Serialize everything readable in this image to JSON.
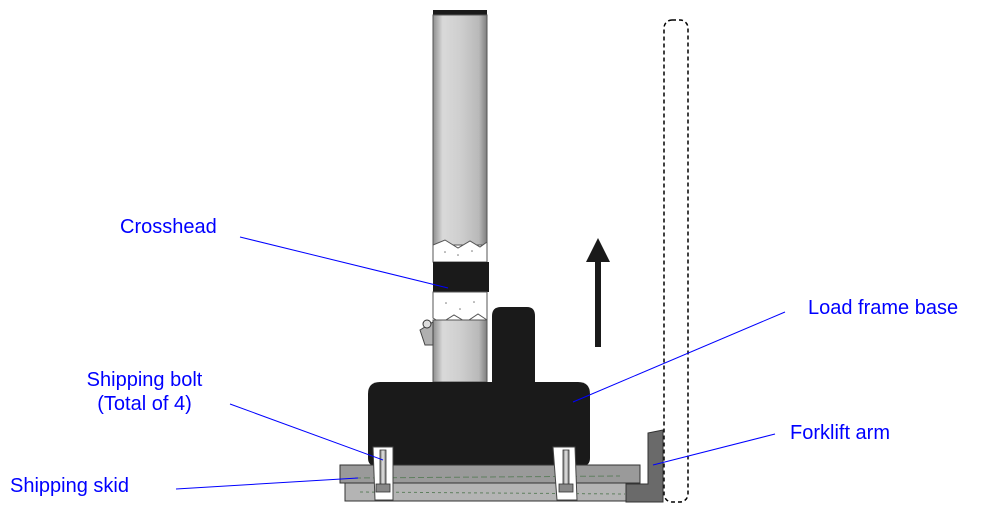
{
  "labels": {
    "crosshead": "Crosshead",
    "load_frame_base": "Load frame base",
    "shipping_bolt_line1": "Shipping bolt",
    "shipping_bolt_line2": "(Total of 4)",
    "forklift_arm": "Forklift arm",
    "shipping_skid": "Shipping skid"
  },
  "colors": {
    "label_text": "#0000ff",
    "leader_line": "#0000ff",
    "base": "#1a1a1a",
    "column": "#c8c8c8",
    "skid": "#9a9a9a",
    "forklift_arm": "#6a6a6a"
  }
}
